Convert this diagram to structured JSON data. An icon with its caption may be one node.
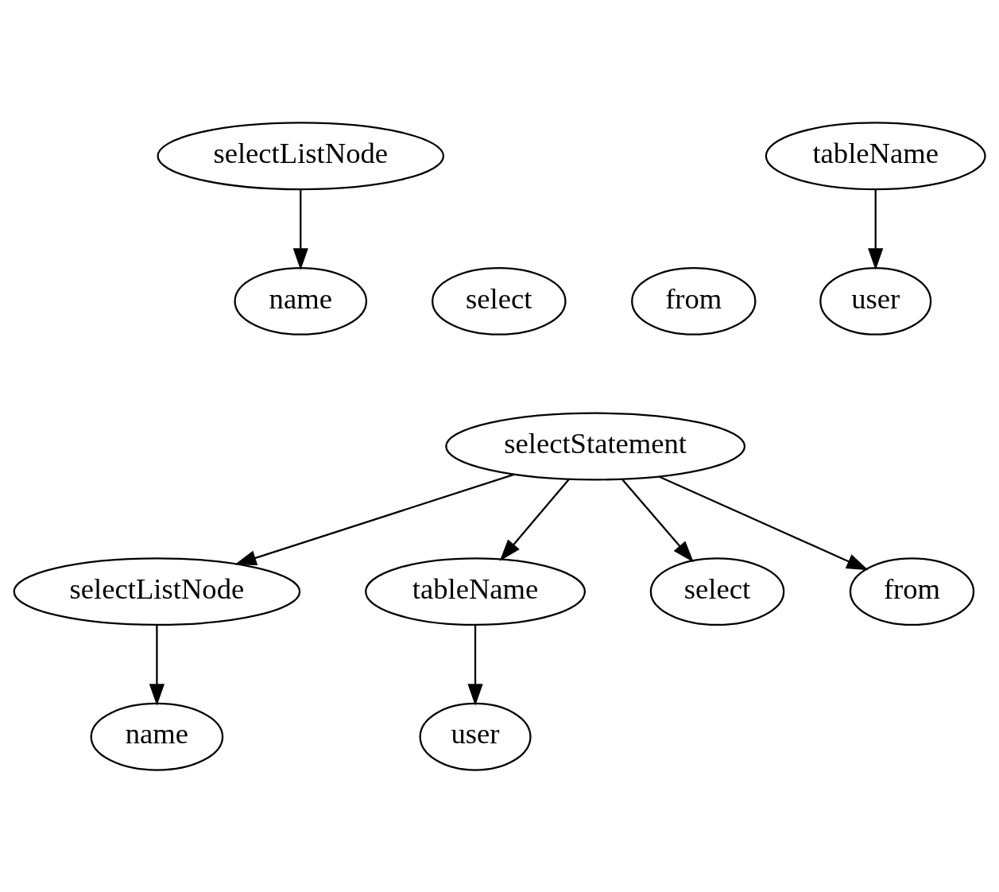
{
  "diagram": {
    "nodes": [
      {
        "text": [
          "selectListNode"
        ]
      },
      {
        "text": [
          "tableName"
        ]
      },
      {
        "text": [
          "select"
        ]
      },
      {
        "text": [
          "name"
        ]
      },
      {
        "text": [
          "from"
        ]
      },
      {
        "text": [
          "user"
        ]
      },
      {
        "text": [
          "selectStatement"
        ]
      },
      {
        "text": [
          "selectListNode"
        ]
      },
      {
        "text": [
          "tableName"
        ]
      },
      {
        "text": [
          "select"
        ]
      },
      {
        "text": [
          "name"
        ]
      },
      {
        "text": [
          "from"
        ]
      },
      {
        "text": [
          "user"
        ]
      }
    ],
    "edges": [
      {
        "from": 0,
        "to": 3,
        "arrow": "to"
      },
      {
        "from": 1,
        "to": 5,
        "arrow": "to"
      },
      {
        "from": 6,
        "to": 9,
        "arrow": "to"
      },
      {
        "from": 6,
        "to": 7,
        "arrow": "to"
      },
      {
        "from": 6,
        "to": 11,
        "arrow": "to"
      },
      {
        "from": 6,
        "to": 8,
        "arrow": "to"
      },
      {
        "from": 7,
        "to": 10,
        "arrow": "to"
      },
      {
        "from": 8,
        "to": 12,
        "arrow": "to"
      }
    ]
  }
}
